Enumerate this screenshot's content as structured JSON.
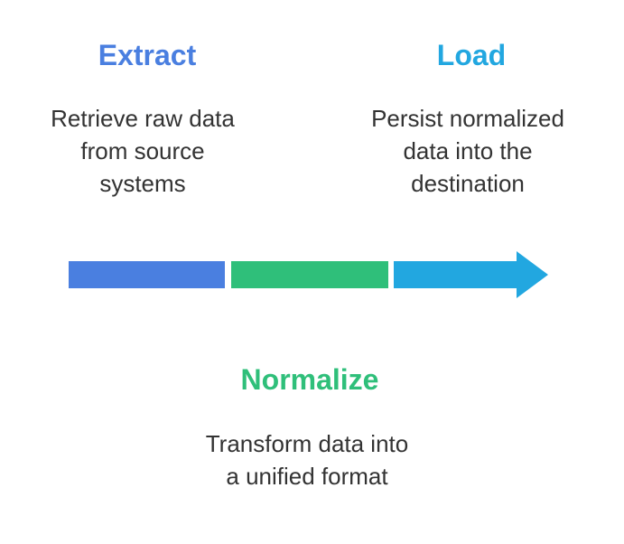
{
  "colors": {
    "extract": "#4a7fe0",
    "normalize": "#2fbf7a",
    "load": "#22a7e0",
    "text": "#333333"
  },
  "steps": {
    "extract": {
      "title": "Extract",
      "description_lines": [
        "Retrieve raw data",
        "from source",
        "systems"
      ]
    },
    "normalize": {
      "title": "Normalize",
      "description_lines": [
        "Transform data into",
        "a unified format"
      ]
    },
    "load": {
      "title": "Load",
      "description_lines": [
        "Persist normalized",
        "data into the",
        "destination"
      ]
    }
  }
}
